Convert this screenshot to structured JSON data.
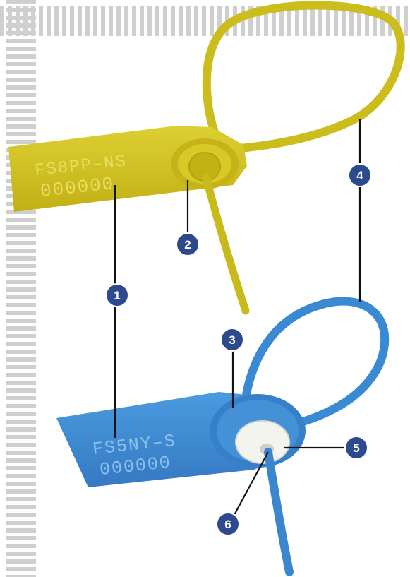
{
  "colors": {
    "yellow_seal": "#d4c21a",
    "yellow_shade": "#b4a20f",
    "yellow_text": "#e9dc62",
    "blue_seal": "#3f8fd6",
    "blue_shade": "#2f6fb4",
    "blue_text": "#8dc1ee",
    "callout": "#2e4a8e",
    "leader": "#111111",
    "grid": "#cfcfcf"
  },
  "yellow_seal": {
    "line1": "FS8PP–NS",
    "line2": "000000"
  },
  "blue_seal": {
    "line1": "FS5NY–S",
    "line2": "000000"
  },
  "callouts": [
    "1",
    "2",
    "3",
    "4",
    "5",
    "6"
  ]
}
